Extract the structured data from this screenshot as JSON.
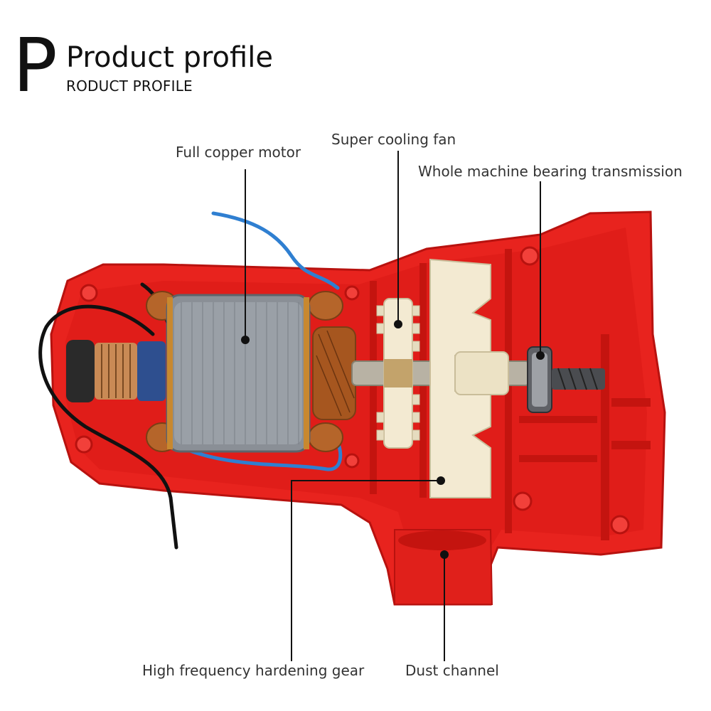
{
  "header": {
    "big_letter": "P",
    "title": "Product profile",
    "subtitle": "RODUCT PROFILE"
  },
  "labels": {
    "motor": "Full copper motor",
    "fan": "Super cooling fan",
    "bearing": "Whole machine bearing transmission",
    "gear": "High frequency hardening gear",
    "dust": "Dust channel"
  },
  "colors": {
    "housing_red": "#e8231e",
    "housing_dark_red": "#b8120f",
    "fan_cream": "#f3ead2",
    "stator_grey": "#8a8f96",
    "copper": "#b5652a",
    "wire_blue": "#2f7fd1",
    "wire_black": "#111111"
  }
}
